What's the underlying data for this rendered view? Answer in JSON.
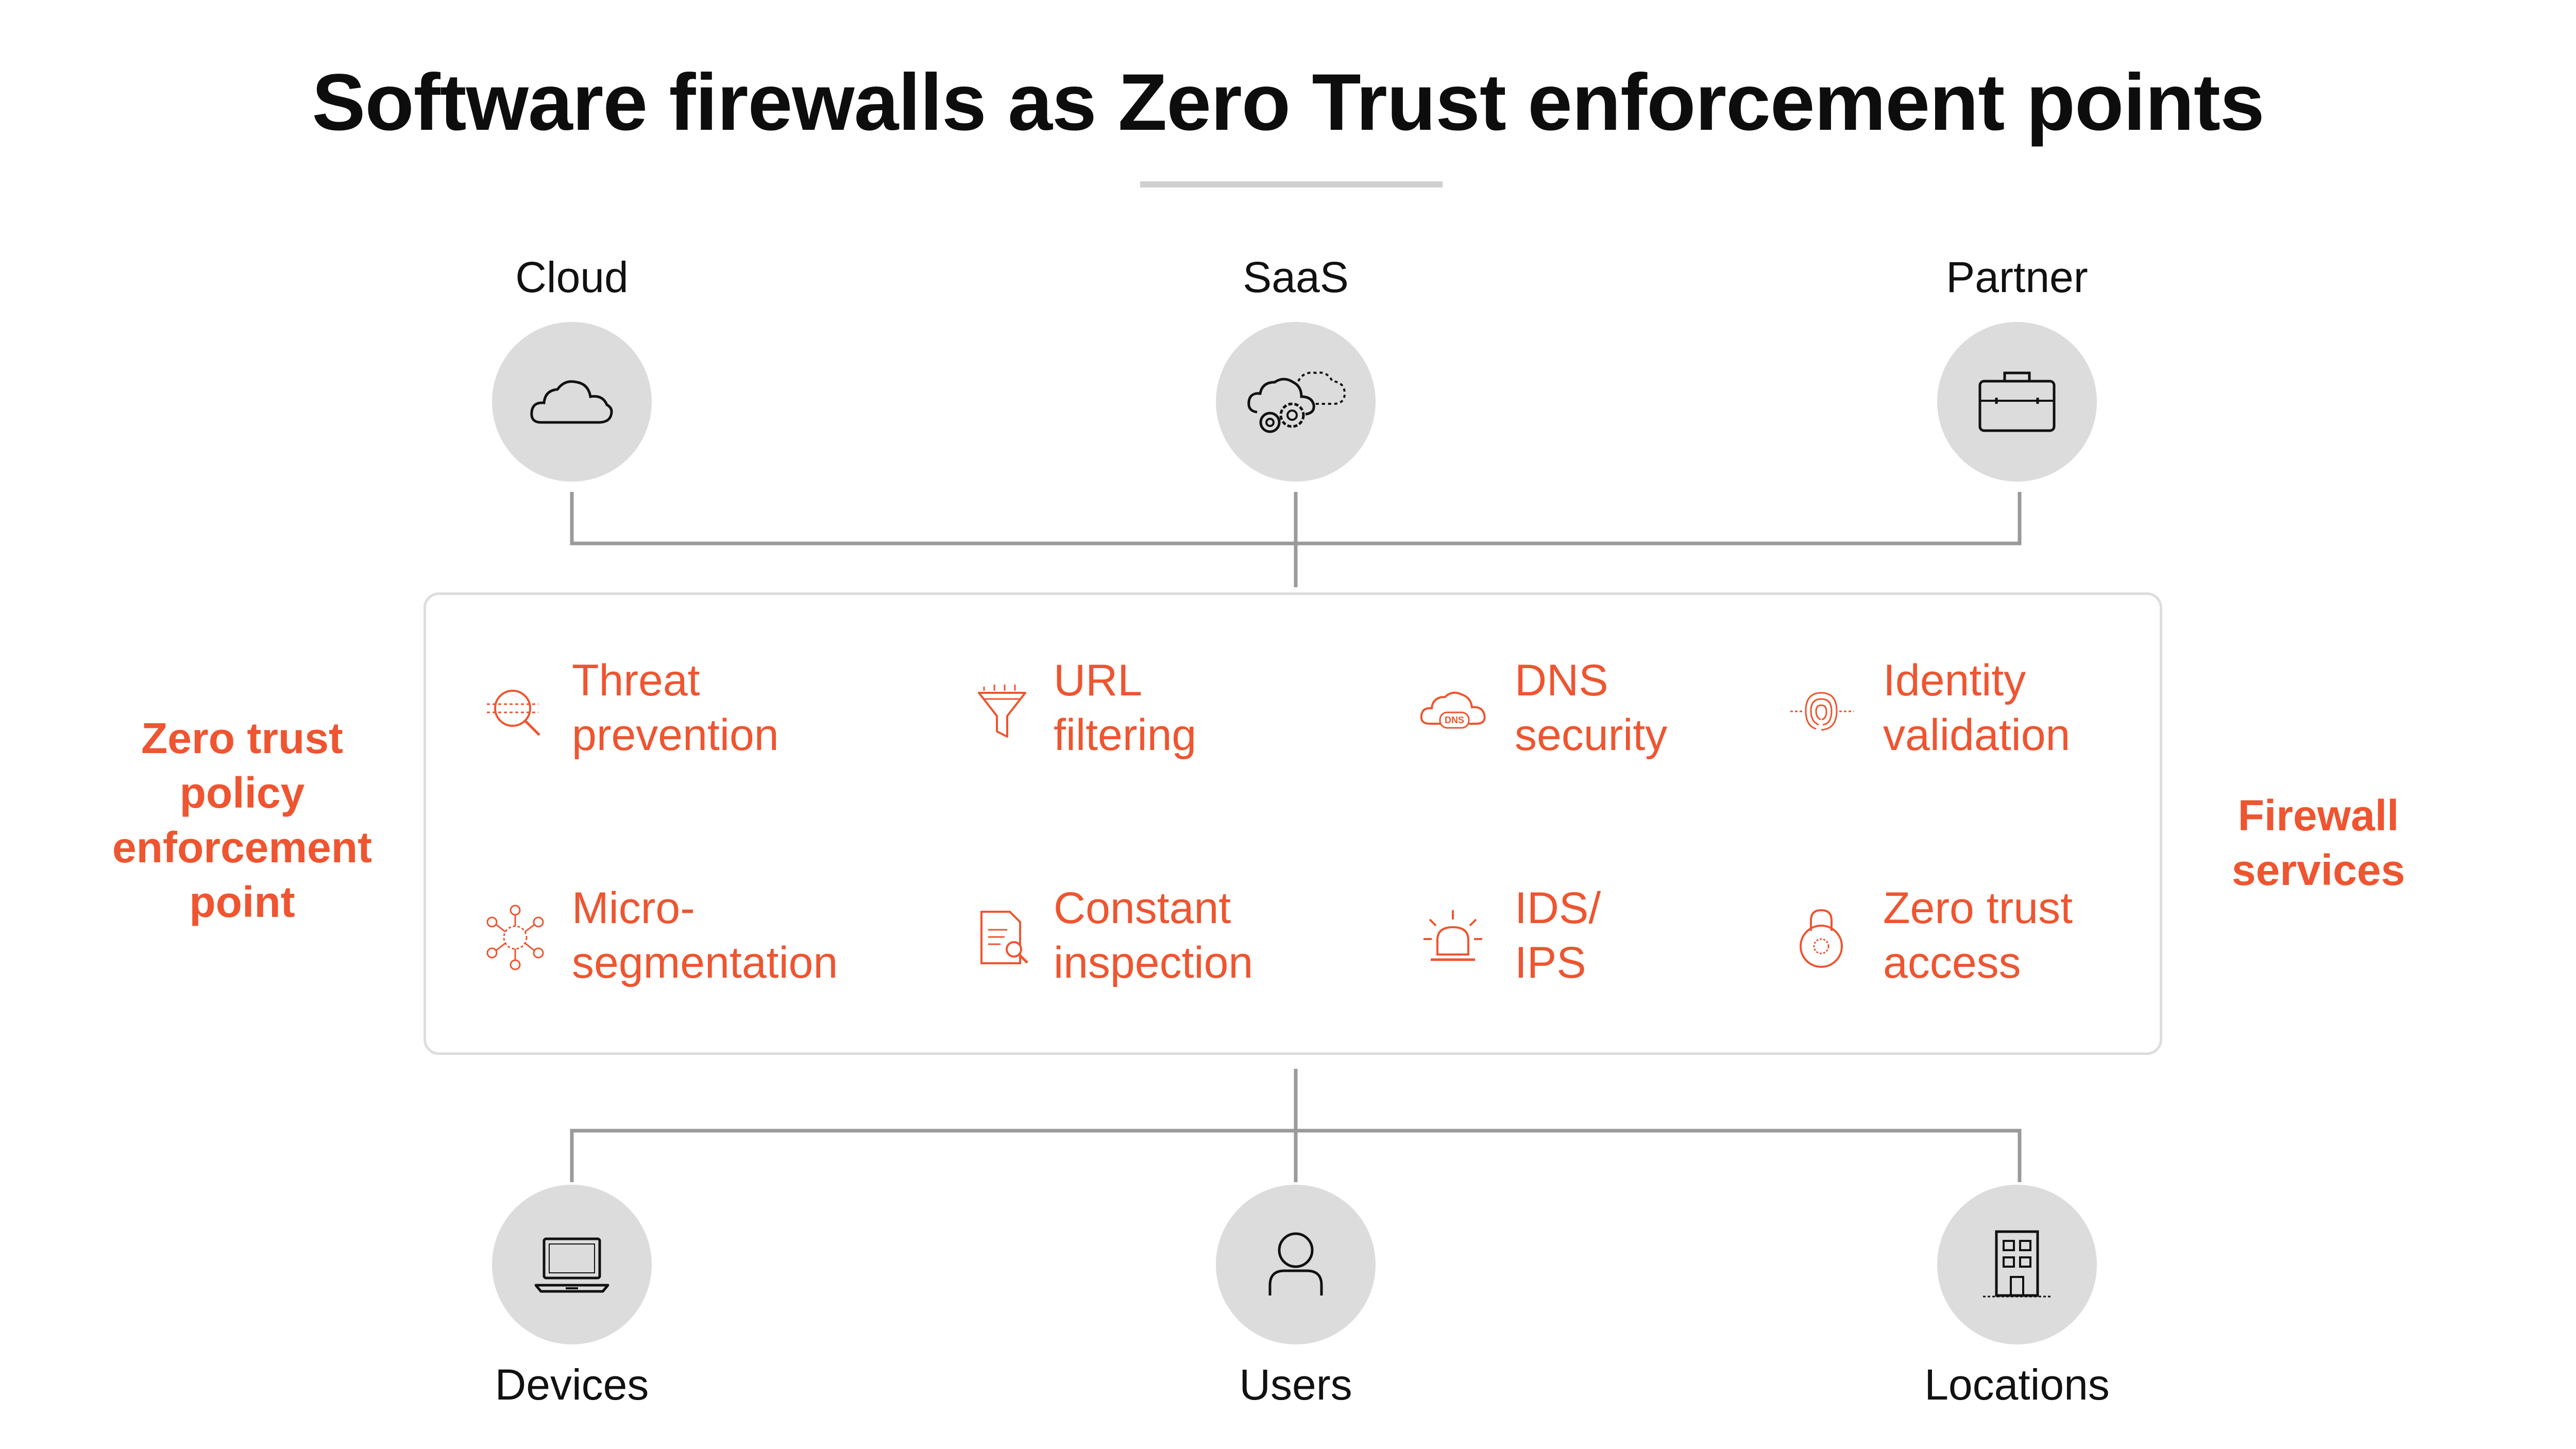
{
  "title": "Software firewalls as Zero Trust enforcement points",
  "top_nodes": [
    {
      "label": "Cloud",
      "icon": "cloud-icon"
    },
    {
      "label": "SaaS",
      "icon": "cloud-gears-icon"
    },
    {
      "label": "Partner",
      "icon": "briefcase-icon"
    }
  ],
  "bottom_nodes": [
    {
      "label": "Devices",
      "icon": "laptop-icon"
    },
    {
      "label": "Users",
      "icon": "user-icon"
    },
    {
      "label": "Locations",
      "icon": "building-icon"
    }
  ],
  "left_label": {
    "lines": [
      "Zero trust",
      "policy",
      "enforcement",
      "point"
    ]
  },
  "right_label": {
    "lines": [
      "Firewall",
      "services"
    ]
  },
  "services": [
    {
      "lines": [
        "Threat",
        "prevention"
      ],
      "icon": "threat-magnifier-icon"
    },
    {
      "lines": [
        "URL",
        "filtering"
      ],
      "icon": "funnel-icon"
    },
    {
      "lines": [
        "DNS",
        "security"
      ],
      "icon": "dns-cloud-icon",
      "badge": "DNS"
    },
    {
      "lines": [
        "Identity",
        "validation"
      ],
      "icon": "fingerprint-icon"
    },
    {
      "lines": [
        "Micro-",
        "segmentation"
      ],
      "icon": "network-nodes-icon"
    },
    {
      "lines": [
        "Constant",
        "inspection"
      ],
      "icon": "document-search-icon"
    },
    {
      "lines": [
        "IDS/",
        "IPS"
      ],
      "icon": "alarm-light-icon"
    },
    {
      "lines": [
        "Zero trust",
        "access"
      ],
      "icon": "padlock-icon"
    }
  ],
  "colors": {
    "accent": "#ee5530",
    "circle": "#dcdcdc",
    "connector": "#9a9a9a",
    "panel_border": "#dddddd"
  }
}
